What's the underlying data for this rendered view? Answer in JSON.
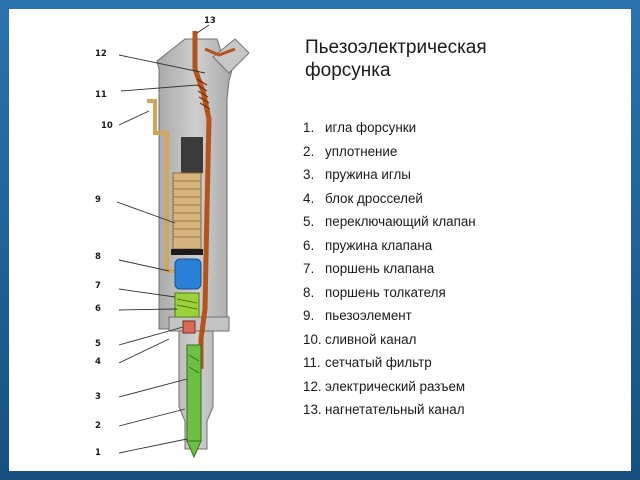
{
  "title_lines": [
    "Пьезоэлектрическая",
    "форсунка"
  ],
  "parts": [
    {
      "num": "1.",
      "label": "игла форсунки"
    },
    {
      "num": "2.",
      "label": "уплотнение"
    },
    {
      "num": "3.",
      "label": "пружина иглы"
    },
    {
      "num": "4.",
      "label": "блок дросселей"
    },
    {
      "num": "5.",
      "label": "переключающий клапан"
    },
    {
      "num": "6.",
      "label": "пружина клапана"
    },
    {
      "num": "7.",
      "label": "поршень клапана"
    },
    {
      "num": "8.",
      "label": "поршень толкателя"
    },
    {
      "num": "9.",
      "label": "пьезоэлемент"
    },
    {
      "num": "10.",
      "label": "сливной канал"
    },
    {
      "num": "11.",
      "label": "сетчатый фильтр"
    },
    {
      "num": "12.",
      "label": "электрический разъем"
    },
    {
      "num": "13.",
      "label": "нагнетательный канал"
    }
  ],
  "callouts": [
    "13",
    "12",
    "11",
    "10",
    "9",
    "8",
    "7",
    "6",
    "5",
    "4",
    "3",
    "2",
    "1"
  ],
  "colors": {
    "frame": "#1e5f95",
    "body": "#b9b9b9",
    "channel": "#b5531c",
    "piezo": "#d6b47e",
    "plunger": "#2a7fd6",
    "spring": "#9bd23c",
    "needle": "#6cc044"
  }
}
